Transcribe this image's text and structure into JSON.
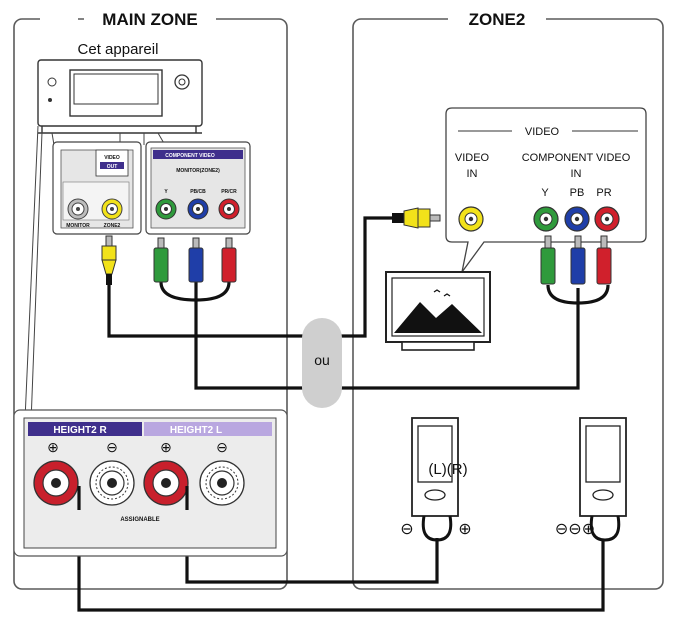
{
  "main_zone": {
    "title": "MAIN ZONE",
    "device_label": "Cet appareil",
    "video_panel": {
      "header_line1": "VIDEO",
      "header_line2": "OUT",
      "monitor_label": "MONITOR",
      "zone2_label": "ZONE2"
    },
    "component_panel": {
      "header": "COMPONENT VIDEO",
      "sub_header": "MONITOR(ZONE2)",
      "jack_labels": [
        "Y",
        "PB/CB",
        "PR/CR"
      ]
    },
    "speaker_terminals": {
      "height2_r": "HEIGHT2 R",
      "height2_l": "HEIGHT2 L",
      "assignable": "ASSIGNABLE",
      "plus": "⊕",
      "minus": "⊖"
    }
  },
  "or_label": "ou",
  "zone2": {
    "title": "ZONE2",
    "tv_input_panel": {
      "group_label": "VIDEO",
      "video_in_line1": "VIDEO",
      "video_in_line2": "IN",
      "component_line1": "COMPONENT VIDEO",
      "component_line2": "IN",
      "y_label": "Y",
      "pb_label": "PB",
      "pr_label": "PR"
    },
    "speaker_lr_label": "(L)(R)",
    "left_speaker_terminals": {
      "minus": "⊖",
      "plus": "⊕"
    },
    "right_speaker_terminals": "⊖⊖⊕"
  },
  "colors": {
    "video_yellow": "#f2e21a",
    "component_green": "#2f9a3c",
    "component_blue": "#1f3ea8",
    "component_red": "#d0202c",
    "header_purple": "#3f2f8c",
    "cable": "#111111",
    "zone_border": "#5a5a5a"
  }
}
